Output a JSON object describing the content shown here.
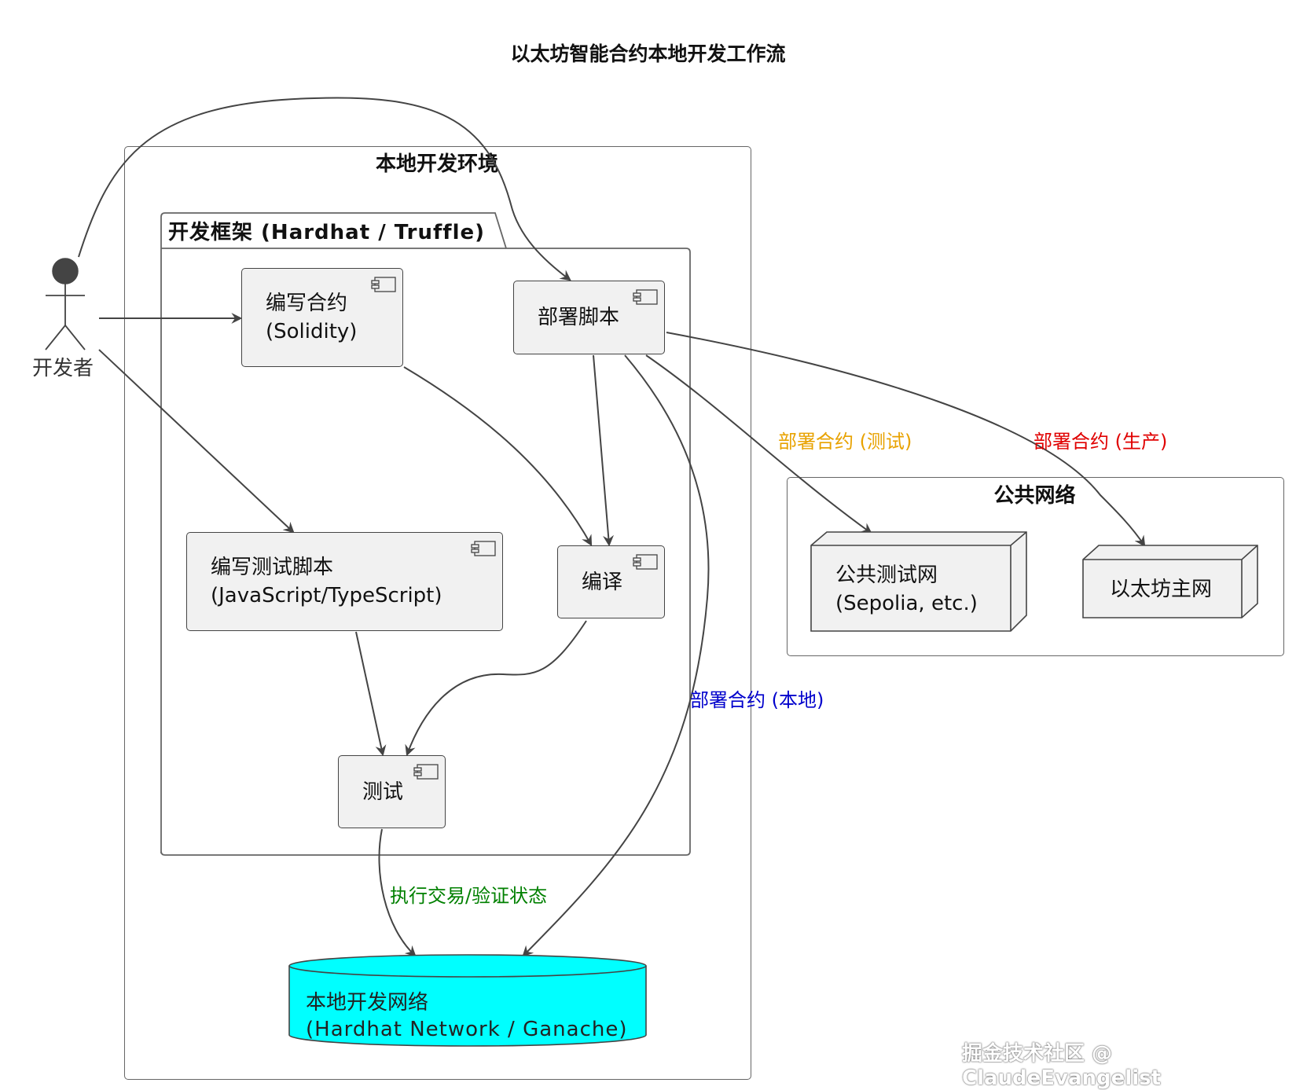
{
  "title": "以太坊智能合约本地开发工作流",
  "actor": {
    "label": "开发者"
  },
  "local_env": {
    "title": "本地开发环境"
  },
  "framework": {
    "title": "开发框架 (Hardhat / Truffle)"
  },
  "components": {
    "write_contract": {
      "line1": "编写合约",
      "line2": "(Solidity)"
    },
    "deploy_script": {
      "line1": "部署脚本"
    },
    "write_tests": {
      "line1": "编写测试脚本",
      "line2": "(JavaScript/TypeScript)"
    },
    "compile": {
      "line1": "编译"
    },
    "test": {
      "line1": "测试"
    }
  },
  "local_network": {
    "line1": "本地开发网络",
    "line2": "(Hardhat Network / Ganache)"
  },
  "public_networks": {
    "title": "公共网络",
    "testnet": {
      "line1": "公共测试网",
      "line2": "(Sepolia, etc.)"
    },
    "mainnet": {
      "line1": "以太坊主网"
    }
  },
  "edge_labels": {
    "deploy_test": "部署合约 (测试)",
    "deploy_prod": "部署合约 (生产)",
    "deploy_local": "部署合约 (本地)",
    "execute_tx": "执行交易/验证状态"
  },
  "colors": {
    "deploy_test": "#e8a200",
    "deploy_prod": "#e00000",
    "deploy_local": "#0000cc",
    "execute_tx": "#008000",
    "database_fill": "#00ffff",
    "component_fill": "#f1f1f1"
  },
  "icons": {
    "component": "component-icon",
    "actor": "stick-figure-icon"
  },
  "watermark": "掘金技术社区 @ ClaudeEvangelist"
}
